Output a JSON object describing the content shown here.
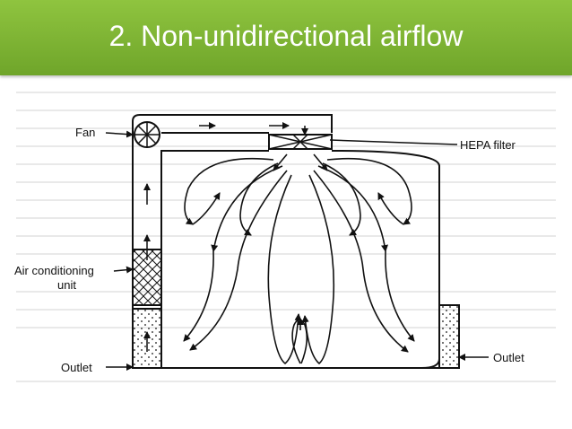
{
  "slide": {
    "title": "2. Non-unidirectional airflow"
  },
  "diagram": {
    "labels": {
      "fan": "Fan",
      "hepa_filter": "HEPA filter",
      "air_conditioning_line1": "Air conditioning",
      "air_conditioning_line2": "unit",
      "outlet_left": "Outlet",
      "outlet_right": "Outlet"
    }
  },
  "colors": {
    "banner": "#7cb634",
    "title_text": "#ffffff",
    "ink": "#111111"
  }
}
